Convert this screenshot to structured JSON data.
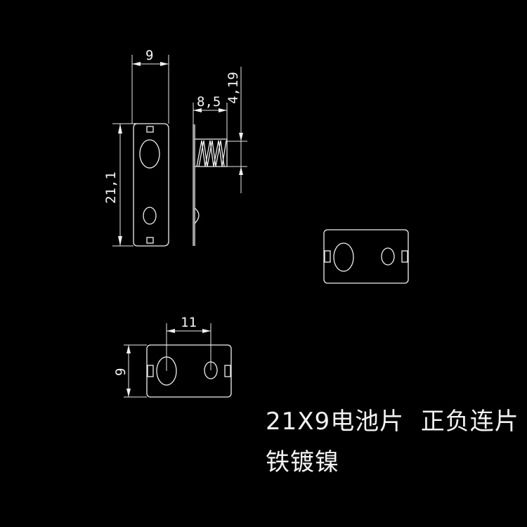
{
  "drawing": {
    "background": "#000000",
    "line_color": "#f0f0f0",
    "views": {
      "front_view": {
        "label": "front view (vertical plate)",
        "dimensions": {
          "width": "9",
          "height": "21,1"
        }
      },
      "side_view": {
        "label": "side view with spring",
        "dimensions": {
          "spring_length": "8,5",
          "spring_diameter": "4,19"
        }
      },
      "top_view": {
        "label": "plate plan view (horizontal)"
      },
      "bottom_view": {
        "label": "plate with hole spacing",
        "dimensions": {
          "hole_spacing": "11",
          "height": "9"
        }
      }
    }
  },
  "caption": {
    "line1": "21X9电池片  正负连片",
    "line2": "铁镀镍"
  }
}
